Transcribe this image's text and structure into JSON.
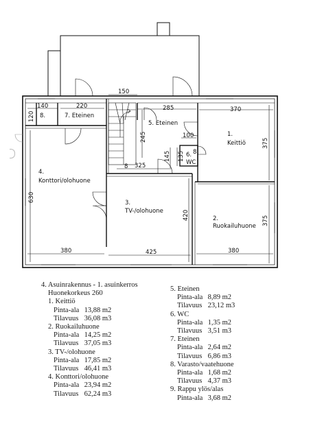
{
  "plan": {
    "dims": {
      "d150": "150",
      "d140": "140",
      "d220": "220",
      "d285": "285",
      "d370": "370",
      "d120": "120",
      "d245": "245",
      "d375a": "375",
      "d375b": "375",
      "d100": "100",
      "d145": "145",
      "d135": "135",
      "d325": "325",
      "d630": "630",
      "d420": "420",
      "d380a": "380",
      "d425": "425",
      "d380b": "380",
      "d81": "8",
      "d82": "8"
    },
    "rooms": {
      "r8": "8.",
      "r7": "7. Eteinen",
      "r5": "5. Eteinen",
      "r1num": "1.",
      "r1": "Keittiö",
      "r6num": "6.",
      "r6": "WC",
      "r4num": "4.",
      "r4": "Konttori/olohuone",
      "r3num": "3.",
      "r3": "TV-/olohuone",
      "r2num": "2.",
      "r2": "Ruokailuhuone"
    }
  },
  "legend": {
    "title1": "4. Asuinrakennus - 1. asuinkerros",
    "title2": "Huonekorkeus 260",
    "left": [
      {
        "name": "1. Keittiö",
        "area": "13,88 m2",
        "volume": "36,08 m3"
      },
      {
        "name": "2. Ruokailuhuone",
        "area": "14,25 m2",
        "volume": "37,05 m3"
      },
      {
        "name": "3. TV-/olohuone",
        "area": "17,85 m2",
        "volume": "46,41 m3"
      },
      {
        "name": "4. Konttori/olohuone",
        "area": "23,94 m2",
        "volume": "62,24 m3"
      }
    ],
    "right": [
      {
        "name": "5. Eteinen",
        "area": "8,89 m2",
        "volume": "23,12 m3"
      },
      {
        "name": "6. WC",
        "area": "1,35 m2",
        "volume": "3,51 m3"
      },
      {
        "name": "7. Eteinen",
        "area": "2,64 m2",
        "volume": "6,86 m3"
      },
      {
        "name": "8. Varasto/vaatehuone",
        "area": "1,68 m2",
        "volume": "4,37 m3"
      },
      {
        "name": "9. Rappu ylös/alas",
        "area": "3,68 m2"
      }
    ],
    "area_label": "Pinta-ala",
    "volume_label": "Tilavuus"
  }
}
